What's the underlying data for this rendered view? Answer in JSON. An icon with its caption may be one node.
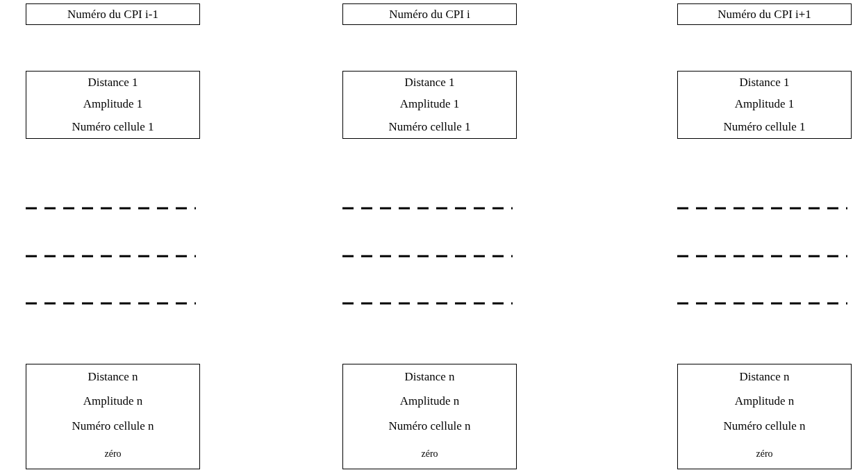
{
  "diagram": {
    "nodes": [
      {
        "text": [
          "Numéro du CPI i-1"
        ]
      },
      {
        "text": [
          "Distance 1"
        ]
      },
      {
        "text": [
          "Amplitude 1"
        ]
      },
      {
        "text": [
          "Numéro cellule 1"
        ]
      },
      {
        "text": [
          "Distance n"
        ]
      },
      {
        "text": [
          "Amplitude n"
        ]
      },
      {
        "text": [
          "Numéro cellule n"
        ]
      },
      {
        "text": [
          "zéro"
        ]
      },
      {
        "text": [
          "Numéro du CPI i"
        ]
      },
      {
        "text": [
          "Distance 1"
        ]
      },
      {
        "text": [
          "Amplitude 1"
        ]
      },
      {
        "text": [
          "Numéro cellule 1"
        ]
      },
      {
        "text": [
          "Distance n"
        ]
      },
      {
        "text": [
          "Amplitude n"
        ]
      },
      {
        "text": [
          "Numéro cellule n"
        ]
      },
      {
        "text": [
          "zéro"
        ]
      },
      {
        "text": [
          "Numéro du CPI i+1"
        ]
      },
      {
        "text": [
          "Distance 1"
        ]
      },
      {
        "text": [
          "Amplitude 1"
        ]
      },
      {
        "text": [
          "Numéro cellule 1"
        ]
      },
      {
        "text": [
          "Distance n"
        ]
      },
      {
        "text": [
          "Amplitude n"
        ]
      },
      {
        "text": [
          "Numéro cellule n"
        ]
      },
      {
        "text": [
          "zéro"
        ]
      }
    ]
  }
}
